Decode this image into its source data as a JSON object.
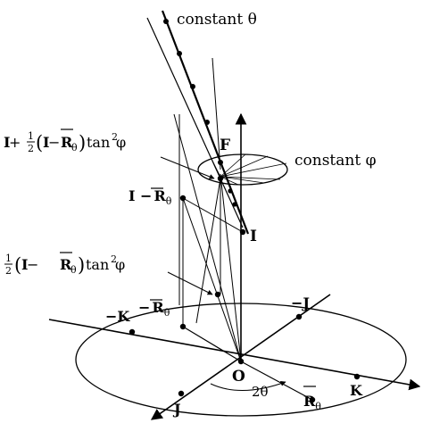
{
  "diagram": {
    "labels": {
      "constant_theta": "constant θ",
      "constant_phi": "constant φ",
      "F": "F",
      "I": "I",
      "O": "O",
      "J": "J",
      "neg_J": "−J",
      "K": "K",
      "neg_K": "−K",
      "R_theta": "R",
      "theta_sub": "θ",
      "two_theta": "2θ",
      "neg_R_theta_minus": "−",
      "neg_R_theta_R": "R",
      "neg_R_theta_sub": "θ",
      "I_minus_R_I": "I",
      "I_minus_R_minus": " −",
      "I_minus_R_R": "R",
      "I_minus_R_sub": "θ",
      "upper_formula_I": "I",
      "upper_formula_plus": " + ",
      "upper_formula_num": "1",
      "upper_formula_den": "2",
      "upper_formula_open": "(",
      "upper_formula_I2": "I",
      "upper_formula_minus": " −",
      "upper_formula_R": "R",
      "upper_formula_sub": "θ",
      "upper_formula_close": ")",
      "upper_formula_tan": "tan",
      "upper_formula_exp": "2",
      "upper_formula_phi": " φ",
      "lower_formula_num": "1",
      "lower_formula_den": "2",
      "lower_formula_open": "(",
      "lower_formula_I": "I",
      "lower_formula_minus": " −",
      "lower_formula_R": "R",
      "lower_formula_sub": "θ",
      "lower_formula_close": ")",
      "lower_formula_tan": "tan",
      "lower_formula_exp": "2",
      "lower_formula_phi": " φ"
    }
  }
}
